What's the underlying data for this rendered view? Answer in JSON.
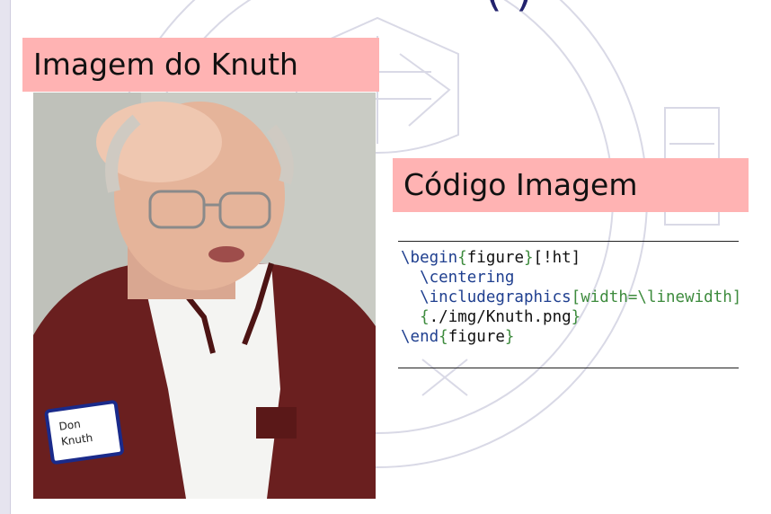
{
  "slide": {
    "top_fragment": "(    )",
    "left_block_title": "Imagem do Knuth",
    "right_block_title": "Código Imagem",
    "photo": {
      "name_tag_line1": "Don",
      "name_tag_line2": "Knuth"
    },
    "code": {
      "line1": {
        "indent": "",
        "cmd": "\\begin",
        "open": "{",
        "arg": "figure",
        "close": "}",
        "opt": "[!ht]"
      },
      "line2": {
        "indent": "  ",
        "cmd": "\\centering"
      },
      "line3": {
        "indent": "  ",
        "cmd": "\\includegraphics",
        "opt": "[width=\\linewidth]"
      },
      "line4": {
        "indent": "  ",
        "open": "{",
        "arg": "./img/Knuth.png",
        "close": "}"
      },
      "line5": {
        "indent": "",
        "cmd": "\\end",
        "open": "{",
        "arg": "figure",
        "close": "}"
      }
    }
  },
  "colors": {
    "block_title_bg": "#ffb3b3",
    "code_keyword": "#1f3f8f",
    "code_option": "#3d8b3d",
    "accent_navy": "#23236e"
  }
}
